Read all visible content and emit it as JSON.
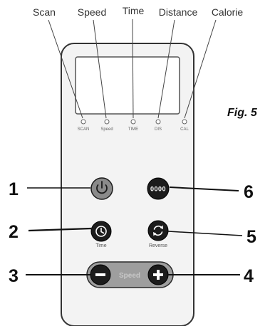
{
  "top_labels": {
    "scan": "Scan",
    "speed": "Speed",
    "time": "Time",
    "distance": "Distance",
    "calorie": "Calorie"
  },
  "indicators": {
    "scan": "SCAN",
    "speed": "Speed",
    "time": "TIME",
    "distance": "DIS",
    "calorie": "CAL"
  },
  "figure_label": "Fig. 5",
  "callouts": {
    "n1": "1",
    "n2": "2",
    "n3": "3",
    "n4": "4",
    "n5": "5",
    "n6": "6"
  },
  "buttons": {
    "time_caption": "Time",
    "reverse_caption": "Reverse",
    "speed_bar": "Speed",
    "mode_glyph": "0000"
  },
  "colors": {
    "panel": "#f3f3f3",
    "button_dark": "#1c1c1c",
    "power_button": "#8a8a8a",
    "speed_bar": "#9e9e9e"
  }
}
